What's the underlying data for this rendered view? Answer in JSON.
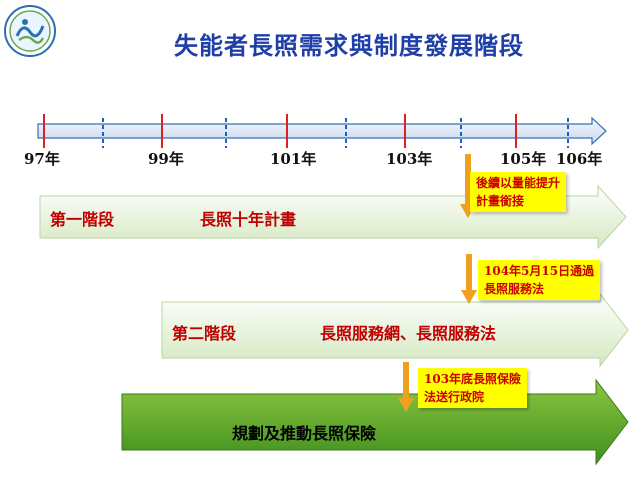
{
  "title": "失能者長照需求與制度發展階段",
  "timeline": {
    "years": [
      "97年",
      "99年",
      "101年",
      "103年",
      "105年",
      "106年"
    ]
  },
  "callouts": [
    {
      "lines": [
        "後續以量能提升",
        "計畫銜接"
      ]
    },
    {
      "lines": [
        "104年5月15日通過",
        "長照服務法"
      ]
    },
    {
      "lines": [
        "103年底長照保險",
        "法送行政院"
      ]
    }
  ],
  "phases": [
    {
      "stage": "第一階段",
      "content": "長照十年計畫"
    },
    {
      "stage": "第二階段",
      "content": "長照服務網、長照服務法"
    },
    {
      "stage": "",
      "content": "規劃及推動長照保險"
    }
  ],
  "colors": {
    "title": "#1f3fa8",
    "phase_text": "#c00000",
    "phase3_text": "#000000",
    "callout_bg": "#ffff00",
    "callout_text": "#cc0000",
    "tick_red": "#e02020",
    "tick_blue": "#2060c0",
    "arrow_orange": "#f0a020"
  }
}
